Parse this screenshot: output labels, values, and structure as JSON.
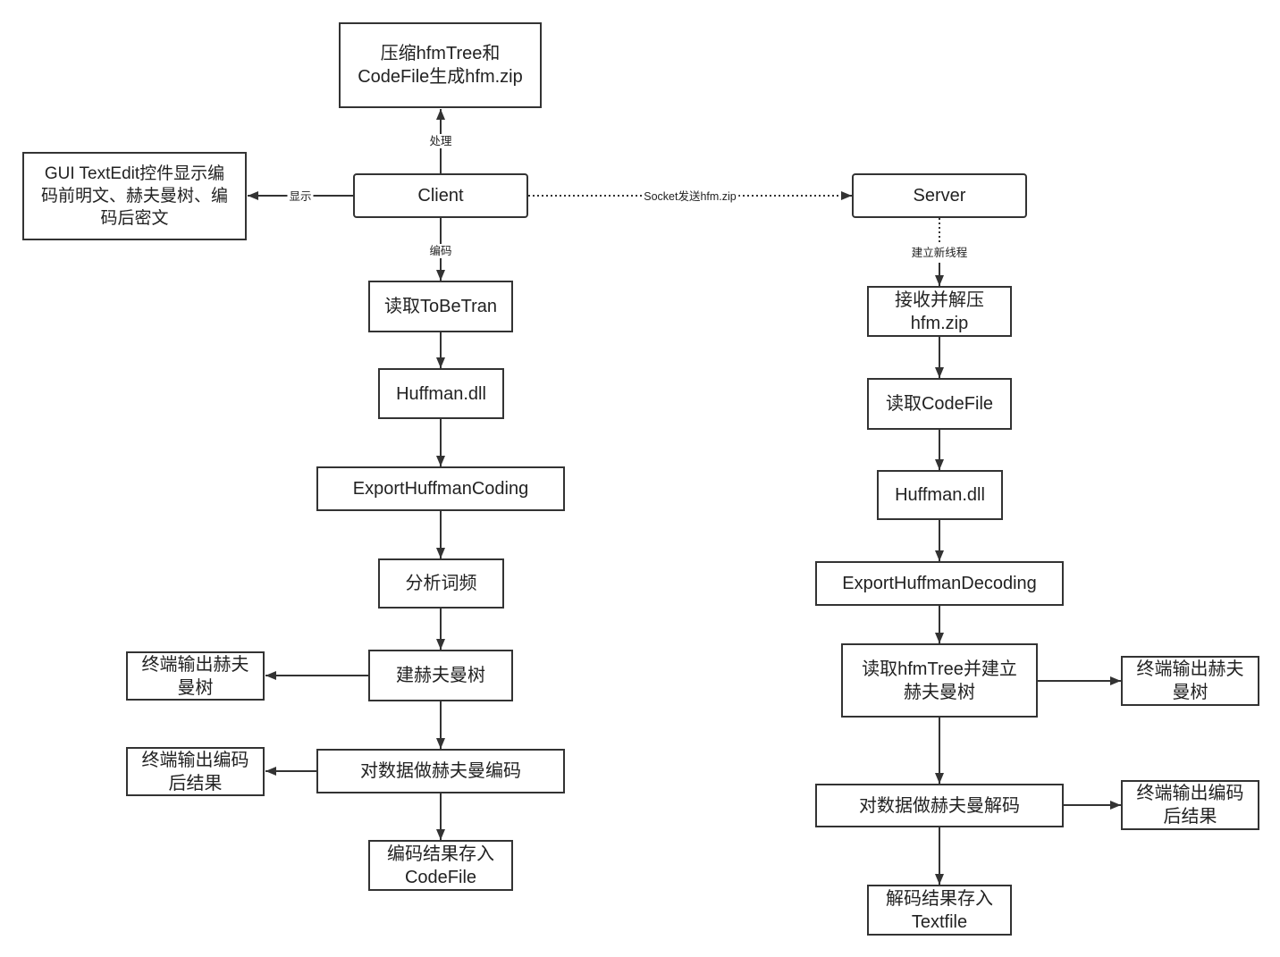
{
  "diagram": {
    "nodes": {
      "zip": {
        "lines": [
          "压缩hfmTree和",
          "CodeFile生成hfm.zip"
        ]
      },
      "gui": {
        "lines": [
          "GUI TextEdit控件显示编",
          "码前明文、赫夫曼树、编",
          "码后密文"
        ]
      },
      "client": {
        "lines": [
          "Client"
        ]
      },
      "server": {
        "lines": [
          "Server"
        ]
      },
      "read_tobetran": {
        "lines": [
          "读取ToBeTran"
        ]
      },
      "huffman_dll_left": {
        "lines": [
          "Huffman.dll"
        ]
      },
      "export_coding": {
        "lines": [
          "ExportHuffmanCoding"
        ]
      },
      "analyze_freq": {
        "lines": [
          "分析词频"
        ]
      },
      "build_tree_left": {
        "lines": [
          "建赫夫曼树"
        ]
      },
      "print_tree_left": {
        "lines": [
          "终端输出赫夫",
          "曼树"
        ]
      },
      "encode_data": {
        "lines": [
          "对数据做赫夫曼编码"
        ]
      },
      "print_result_left": {
        "lines": [
          "终端输出编码",
          "后结果"
        ]
      },
      "save_codefile": {
        "lines": [
          "编码结果存入",
          "CodeFile"
        ]
      },
      "receive_unzip": {
        "lines": [
          "接收并解压",
          "hfm.zip"
        ]
      },
      "read_codefile": {
        "lines": [
          "读取CodeFile"
        ]
      },
      "huffman_dll_right": {
        "lines": [
          "Huffman.dll"
        ]
      },
      "export_decoding": {
        "lines": [
          "ExportHuffmanDecoding"
        ]
      },
      "read_hfmtree": {
        "lines": [
          "读取hfmTree并建立",
          "赫夫曼树"
        ]
      },
      "print_tree_right": {
        "lines": [
          "终端输出赫夫",
          "曼树"
        ]
      },
      "decode_data": {
        "lines": [
          "对数据做赫夫曼解码"
        ]
      },
      "print_result_right": {
        "lines": [
          "终端输出编码",
          "后结果"
        ]
      },
      "save_textfile": {
        "lines": [
          "解码结果存入",
          "Textfile"
        ]
      }
    },
    "edge_labels": {
      "process": "处理",
      "display": "显示",
      "socket": "Socket发送hfm.zip",
      "encode": "编码",
      "new_thread": "建立新线程"
    },
    "colors": {
      "stroke": "#333333",
      "background": "#ffffff",
      "text": "#222222"
    }
  }
}
